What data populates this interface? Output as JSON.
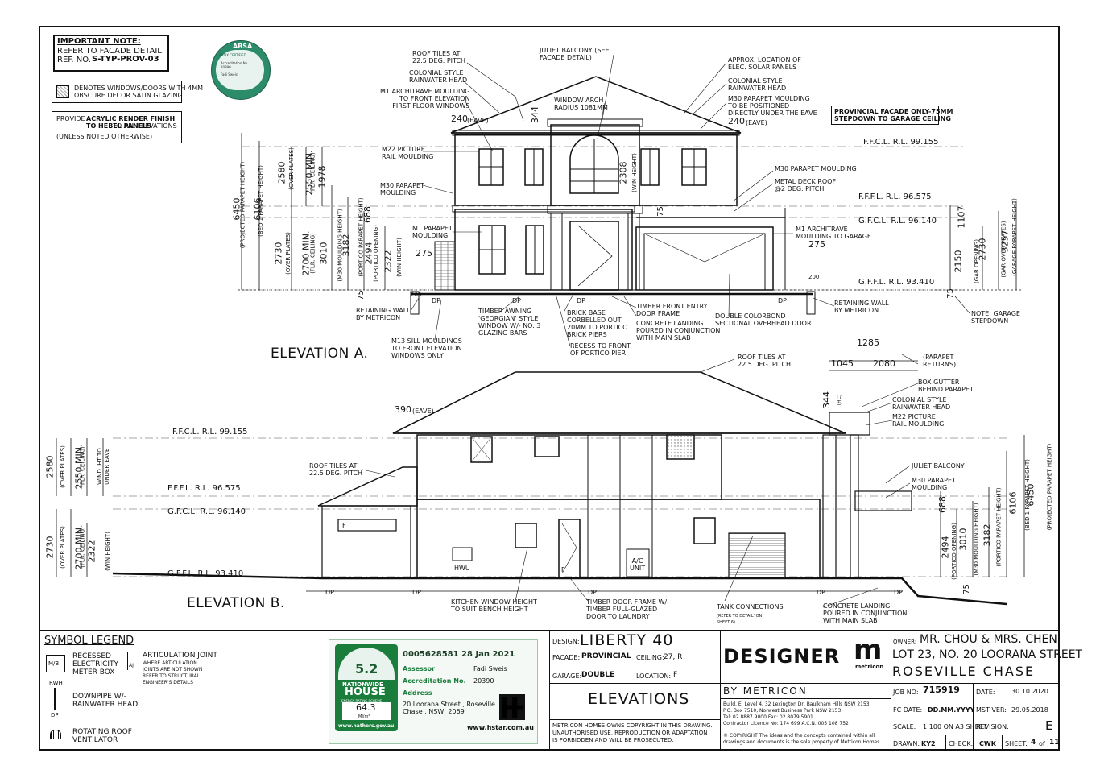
{
  "notes": {
    "important_title": "IMPORTANT NOTE:",
    "important_body": "REFER TO FACADE DETAIL\nREF. NO.",
    "important_ref": "S-TYP-PROV-03",
    "obscure": "DENOTES WINDOWS/DOORS WITH 4MM\nOBSCURE DECOR SATIN GLAZING",
    "render_1": "PROVIDE",
    "render_bold": "ACRYLIC RENDER FINISH\nTO HEBEL PANELS",
    "render_2": "TO ALL ELEVATIONS",
    "render_3": "(UNLESS NOTED OTHERWISE)",
    "provincial": "PROVINCIAL FACADE ONLY-75MM\nSTEPDOWN TO GARAGE CEILING"
  },
  "elevation_a": {
    "title": "ELEVATION A.",
    "levels": [
      {
        "label": "F.F.C.L. R.L. 99.155"
      },
      {
        "label": "F.F.F.L. R.L. 96.575"
      },
      {
        "label": "G.F.C.L. R.L. 96.140"
      },
      {
        "label": "G.F.F.L. R.L. 93.410"
      }
    ],
    "annotations": [
      "ROOF TILES AT\n22.5 DEG. PITCH",
      "COLONIAL STYLE\nRAINWATER HEAD",
      "M1 ARCHITRAVE MOULDING\nTO FRONT ELEVATION\nFIRST FLOOR WINDOWS",
      "JULIET BALCONY (SEE\nFACADE DETAIL)",
      "WINDOW ARCH\nRADIUS 1081MM",
      "APPROX. LOCATION OF\nELEC. SOLAR PANELS",
      "COLONIAL STYLE\nRAINWATER HEAD",
      "M30 PARAPET MOULDING\nTO BE POSITIONED\nDIRECTLY UNDER THE EAVE",
      "M22 PICTURE\nRAIL MOULDING",
      "M30 PARAPET\nMOULDING",
      "M1 PARAPET\nMOULDING",
      "M30 PARAPET MOULDING",
      "METAL DECK ROOF\n@2 DEG. PITCH",
      "M1 ARCHITRAVE\nMOULDING TO GARAGE",
      "RETAINING WALL\nBY METRICON",
      "TIMBER AWNING\n'GEORGIAN' STYLE\nWINDOW W/- NO. 3\nGLAZING BARS",
      "BRICK BASE\nCORBELLED OUT\n20MM TO PORTICO\nBRICK PIERS",
      "CONCRETE LANDING\nPOURED IN CONJUNCTION\nWITH MAIN SLAB",
      "TIMBER FRONT ENTRY\nDOOR FRAME",
      "DOUBLE COLORBOND\nSECTIONAL OVERHEAD DOOR",
      "RETAINING WALL\nBY METRICON",
      "M13 SILL MOULDINGS\nTO FRONT ELEVATION\nWINDOWS ONLY",
      "RECESS TO FRONT\nOF PORTICO PIER",
      "NOTE: GARAGE\nSTEPDOWN"
    ],
    "dims": {
      "d240a": "240",
      "eave": "(EAVE)",
      "d344": "344",
      "d240b": "240",
      "d2308": "2308",
      "win_height": "(WIN HEIGHT)",
      "d75": "75",
      "d275a": "275",
      "d275b": "275",
      "d200a": "200",
      "d200b": "200",
      "d75b": "75",
      "d1107": "1107",
      "d2150": "2150",
      "gar_opening": "(GAR OPENING)",
      "d2730g": "2730",
      "gar_over_plates": "(GAR OVER PLATES)",
      "d3257": "3257",
      "gar_parapet": "(GARAGE PARAPET HEIGHT)",
      "d6450": "6450",
      "proj_parapet": "(PROJECTED PARAPET HEIGHT)",
      "d6106": "6106",
      "bed1_parapet": "(BED 1 PARAPET HEIGHT)",
      "d2580": "2580",
      "over_plates": "(OVER PLATES)",
      "d2550": "2550 MIN.",
      "flr_ceiling": "(FLR. CEILING)",
      "d1978": "1978",
      "d2730": "2730",
      "d2700": "2700 MIN.",
      "d3010": "3010",
      "m30_moulding": "(M30 MOULDING HEIGHT)",
      "d3182": "3182",
      "portico_parapet": "(PORTICO PARAPET HEIGHT)",
      "d688": "688",
      "d2494": "2494",
      "portico_opening": "(PORTICO OPENING)",
      "d2322": "2322",
      "dp": "DP"
    }
  },
  "elevation_b": {
    "title": "ELEVATION B.",
    "levels": [
      {
        "label": "F.F.C.L. R.L. 99.155"
      },
      {
        "label": "F.F.F.L. R.L. 96.575"
      },
      {
        "label": "G.F.C.L. R.L. 96.140"
      },
      {
        "label": "G.F.F.L. R.L. 93.410"
      }
    ],
    "annotations": [
      "ROOF TILES AT\n22.5 DEG. PITCH",
      "ROOF TILES AT\n22.5 DEG. PITCH",
      "(PARAPET\nRETURNS)",
      "BOX GUTTER\nBEHIND PARAPET",
      "COLONIAL STYLE\nRAINWATER HEAD",
      "M22 PICTURE\nRAIL MOULDING",
      "JULIET BALCONY",
      "M30 PARAPET\nMOULDING",
      "KITCHEN WINDOW HEIGHT\nTO SUIT BENCH HEIGHT",
      "TIMBER DOOR FRAME W/-\nTIMBER FULL-GLAZED\nDOOR TO LAUNDRY",
      "TANK CONNECTIONS",
      "(REFER TO DETAIL' ON\nSHEET 6)",
      "CONCRETE LANDING\nPOURED IN CONJUNCTION\nWITH MAIN SLAB"
    ],
    "dims": {
      "d1285": "1285",
      "d1045": "1045",
      "d2080": "2080",
      "d390": "390",
      "eave": "(EAVE)",
      "d344": "344",
      "hc": "(HC)",
      "d2580": "2580",
      "over_plates": "(OVER PLATES)",
      "d2550": "2550 MIN.",
      "flr_ceiling": "(FLR. CEILING)",
      "wind_ht": "WIND. HT TO\nUNDER EAVE",
      "d2730": "2730",
      "d2700": "2700 MIN.",
      "d2322": "2322",
      "win_height": "(WIN HEIGHT)",
      "d688": "688",
      "d2494": "2494",
      "portico_opening": "(PORTICO OPENING)",
      "d3010": "3010",
      "m30_moulding": "(M30 MOULDING HEIGHT)",
      "d3182": "3182",
      "portico_parapet": "(PORTICO PARAPET HEIGHT)",
      "d6106": "6106",
      "bed1_parapet": "(BED 1 PARAPET HEIGHT)",
      "d6450": "6450",
      "proj_parapet": "(PROJECTED PARAPET HEIGHT)",
      "d75": "75",
      "hwu": "HWU",
      "ac": "A/C\nUNIT",
      "f": "F",
      "dp": "DP"
    }
  },
  "legend": {
    "title": "SYMBOL LEGEND",
    "mb": "M/B",
    "mb_label": "RECESSED\nELECTRICITY\nMETER BOX",
    "aj": "AJ",
    "aj_label": "ARTICULATION JOINT",
    "aj_note": "WHERE ARTICULATION\nJOINTS ARE NOT SHOWN\nREFER TO STRUCTURAL\nENGINEER'S DETAILS",
    "rwh": "RWH",
    "dp": "DP",
    "dp_label": "DOWNPIPE W/-\nRAINWATER HEAD",
    "vent_label": "ROTATING ROOF\nVENTILATOR"
  },
  "nathers": {
    "cert": "0005628581 28 Jan 2021",
    "stars": "5.2",
    "scheme_1": "NATIONWIDE",
    "scheme_2": "HOUSE",
    "scheme_3": "ENERGY RATING SCHEME",
    "mj": "64.3",
    "mj_unit": "MJ/m²",
    "site": "www.nathers.gov.au",
    "assessor_label": "Assessor",
    "assessor": "Fadi Sweis",
    "accred_label": "Accreditation No.",
    "accred": "20390",
    "address_label": "Address",
    "address": "20 Loorana Street , Roseville\nChase , NSW, 2069",
    "hstar": "www.hstar.com.au"
  },
  "design": {
    "design_label": "DESIGN:",
    "design": "LIBERTY 40",
    "facade_label": "FACADE:",
    "facade": "PROVINCIAL",
    "ceiling_label": "CEILING:",
    "ceiling": "27, R",
    "garage_label": "GARAGE:",
    "garage": "DOUBLE",
    "location_label": "LOCATION:",
    "location": "F",
    "sheet_title": "ELEVATIONS",
    "copyright": "METRICON HOMES OWNS COPYRIGHT IN THIS DRAWING.\nUNAUTHORISED USE, REPRODUCTION OR ADAPTATION\nIS FORBIDDEN AND WILL BE PROSECUTED."
  },
  "brand": {
    "designer": "DESIGNER",
    "logo": "m",
    "logo_word": "metricon",
    "by": "BY METRICON",
    "address": "Build. E, Level 4, 32 Lexington Dr, Baulkham Hills NSW 2153\nP.O. Box 7510, Norwest Business Park NSW 2153\nTel: 02 8887 9000    Fax: 02 8079 5901\nContractor Licence No: 174 699 A.C.N. 005 108 752",
    "copyright": "© COPYRIGHT The ideas and the concepts contained within all\ndrawings and documents is the sole property of Metricon Homes."
  },
  "owner": {
    "label": "OWNER:",
    "name": "MR. CHOU & MRS. CHEN",
    "lot": "LOT 23, NO. 20 LOORANA STREET",
    "suburb": "ROSEVILLE CHASE",
    "job_label": "JOB No:",
    "job": "715919",
    "date_label": "DATE:",
    "date": "30.10.2020",
    "fc_label": "FC DATE:",
    "fc": "DD.MM.YYYY",
    "mst_label": "MST VER:",
    "mst": "29.05.2018",
    "scale_label": "SCALE:",
    "scale": "1:100 ON A3 SHEET",
    "rev_label": "REVISION:",
    "rev": "E",
    "drawn_label": "DRAWN:",
    "drawn": "KY2",
    "check_label": "CHECK:",
    "check": "CWK",
    "sheet_label": "SHEET:",
    "sheet": "4",
    "of": "of",
    "sheets": "11"
  },
  "absa": {
    "title": "ABSA",
    "sub": "BASIX CERTIFIED",
    "lines": "Accreditation No.\n20390",
    "name": "Fadi Sweis"
  }
}
